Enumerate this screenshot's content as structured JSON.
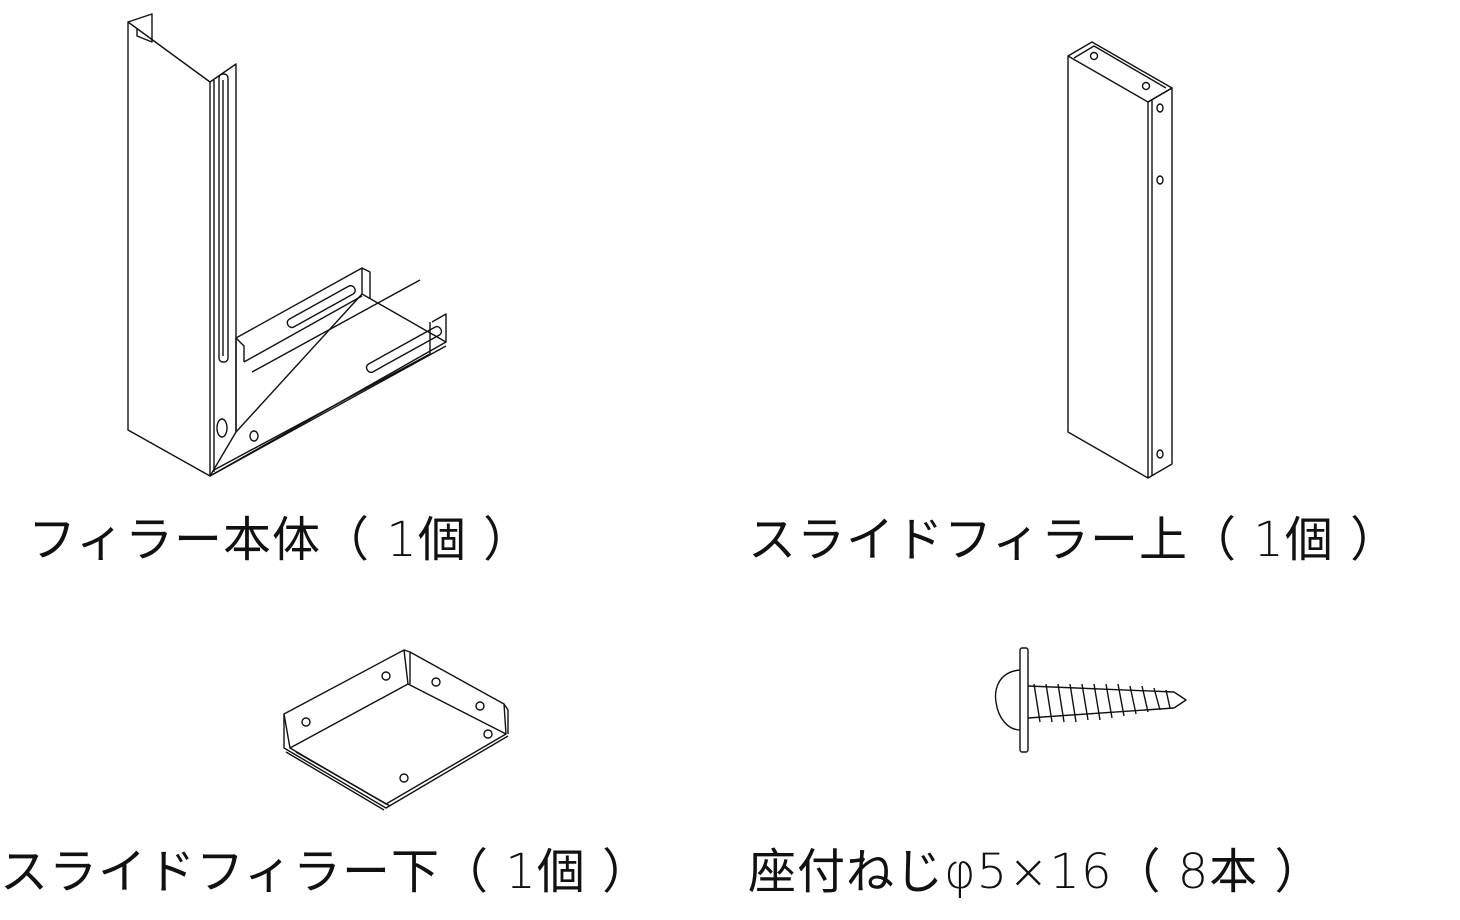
{
  "parts": [
    {
      "id": "filler-body",
      "label": "フィラー本体（ 1個 ）"
    },
    {
      "id": "slide-filler-upper",
      "label": "スライドフィラー上（ 1個 ）"
    },
    {
      "id": "slide-filler-lower",
      "label": "スライドフィラー下（ 1個 ）"
    },
    {
      "id": "washer-screw",
      "label": "座付ねじφ5×16（ 8本 ）"
    }
  ],
  "colors": {
    "line": "#111111",
    "background": "#ffffff"
  }
}
